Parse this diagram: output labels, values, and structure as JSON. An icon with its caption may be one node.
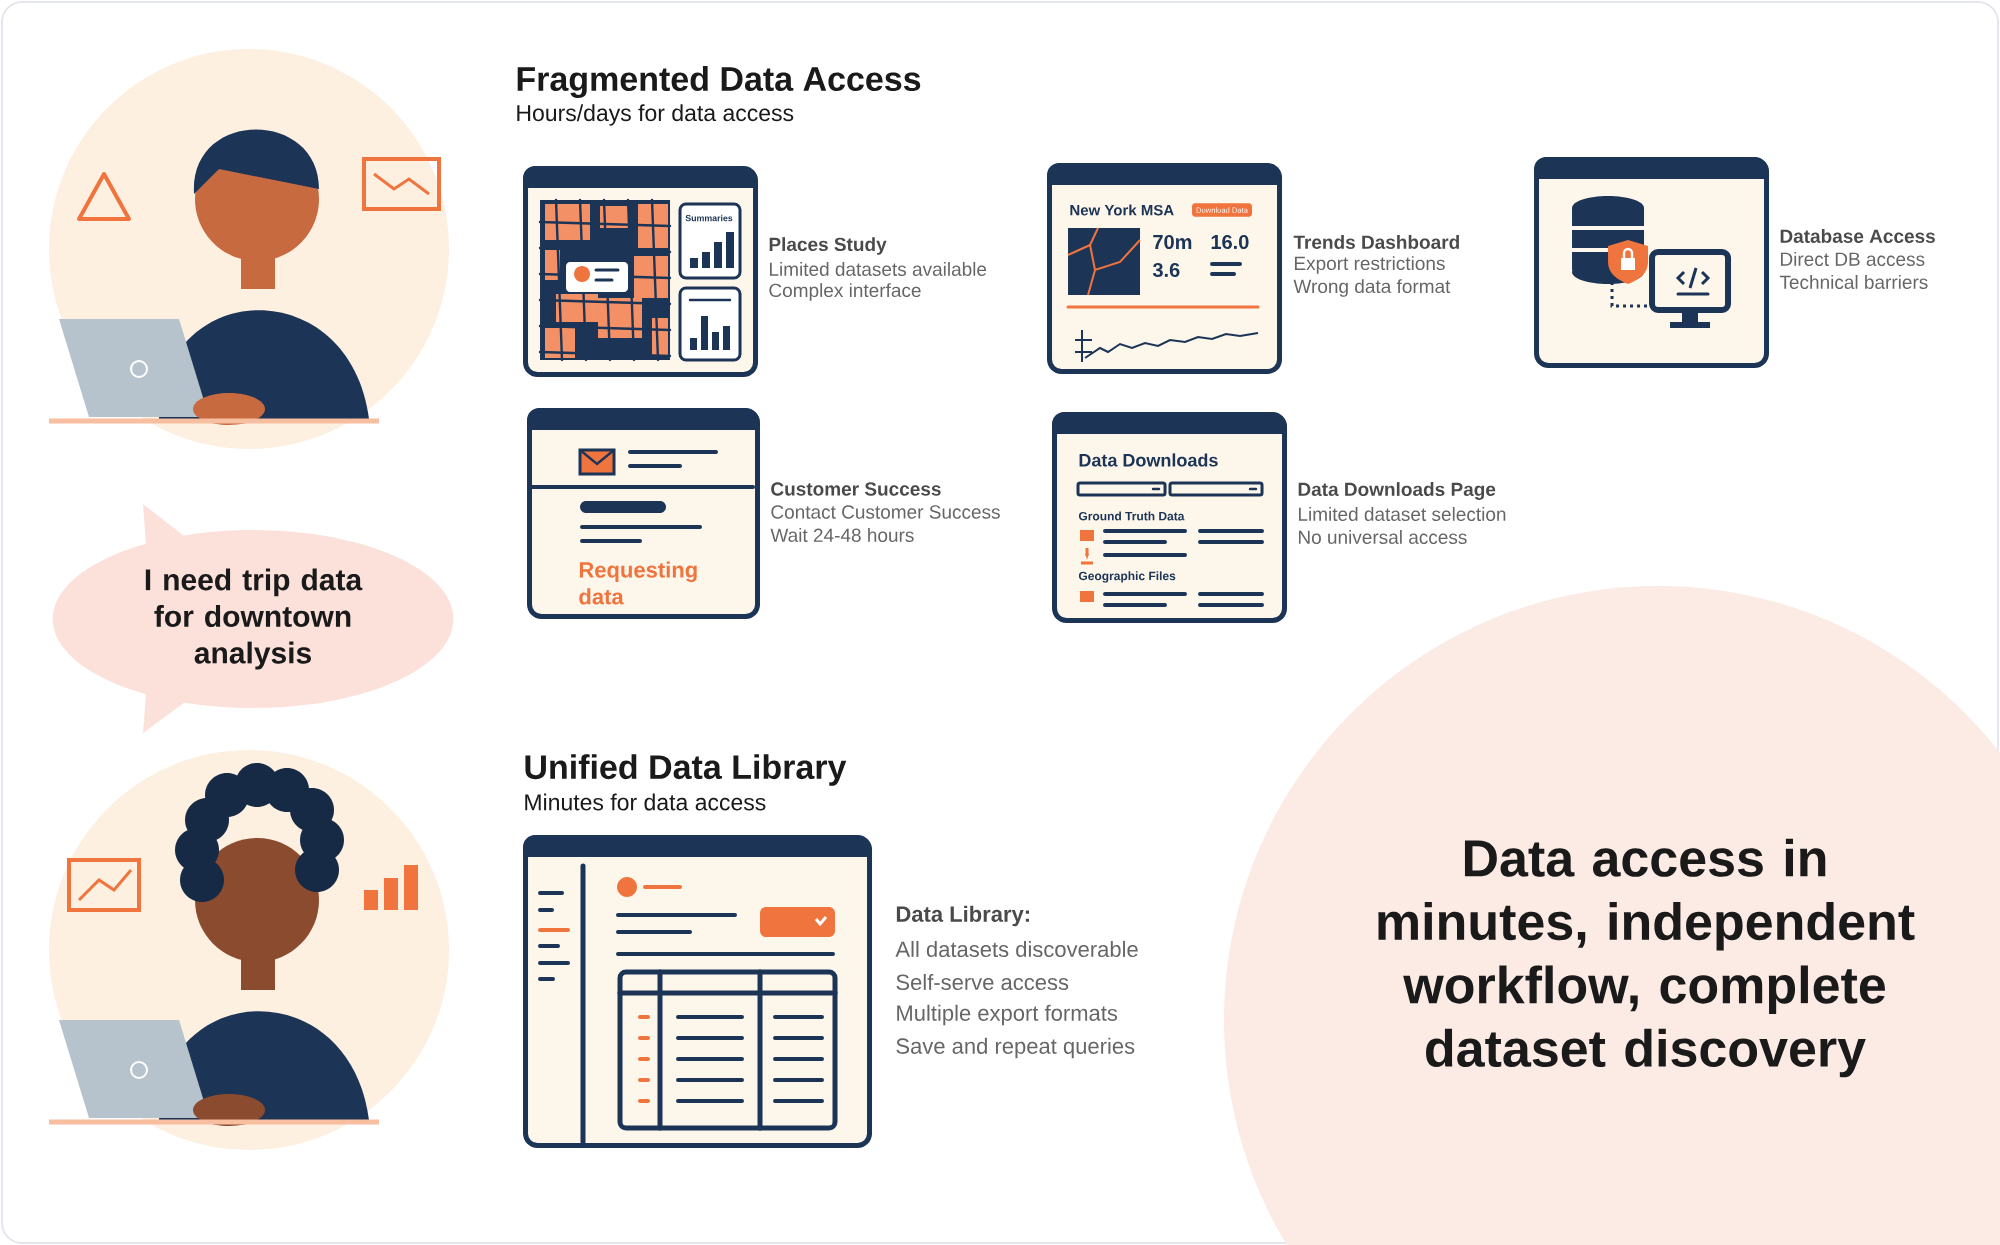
{
  "diagram": {
    "nodes": [
      {
        "text": [
          "I need trip data for downtown analysis"
        ]
      },
      {
        "text": [
          "Summaries"
        ],
        "beside": [
          "Places Study",
          "Limited datasets available",
          "Complex interface"
        ]
      },
      {
        "text": [
          "New York MSA",
          "Download Data",
          "70m",
          "16.0",
          "3.6"
        ],
        "beside": [
          "Trends Dashboard",
          "Export restrictions",
          "Wrong data format"
        ]
      },
      {
        "text": [],
        "shape": "box",
        "beside": [
          "Database Access",
          "Direct DB access",
          "Technical barriers"
        ]
      },
      {
        "text": [
          "Requesting data"
        ],
        "beside": [
          "Customer Success",
          "Contact Customer Success",
          "Wait 24-48 hours"
        ]
      },
      {
        "text": [
          "Data Downloads",
          "Ground Truth Data",
          "Geographic Files"
        ],
        "beside": [
          "Data Downloads Page",
          "Limited dataset selection",
          "No universal access"
        ]
      },
      {
        "text": [],
        "shape": "box",
        "beside": [
          "Data Library:",
          "All datasets discoverable",
          "Self-serve access",
          "Multiple export formats",
          "Save and repeat queries"
        ]
      },
      {
        "text": [
          "Data access in minutes, independent workflow, complete dataset discovery"
        ]
      }
    ],
    "labels": [
      "Fragmented Data Access",
      "Hours/days for data access",
      "Unified Data Library",
      "Minutes for data access"
    ]
  }
}
